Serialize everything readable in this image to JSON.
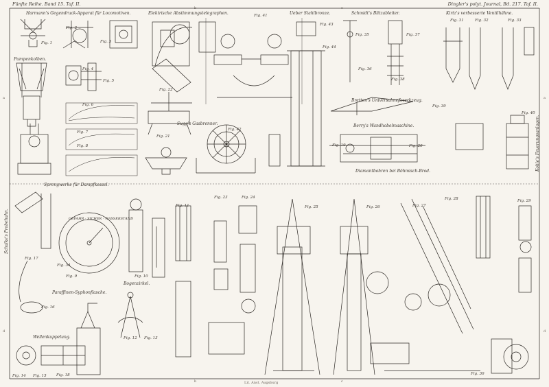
{
  "header": {
    "left": "Fünfte Reihe. Band 15. Taf. II.",
    "right": "Dingler's polyt. Journal, Bd. 217. Taf. II."
  },
  "captions": {
    "harmann": "Harmann's Gegendruck-Apparat für Locomotiven.",
    "electric": "Elektrische Abstimmungstelegraphen.",
    "stahl": "Ueber Stahlbronze.",
    "schmidt": "Schmidt's Blitzableiter.",
    "kirtz": "Kirtz's verbesserte Ventilhähne.",
    "pumpen": "Pumpenkolben.",
    "bretton": "Bretton's Universalmeßwerkzeug.",
    "berry": "Berry's Wandhobelmaschine.",
    "sugg": "Sugg's Gasbrenner.",
    "sprung": "Sprengwerke für Dampfkessel.",
    "diamant": "Diamantbohren bei Böhmisch-Brod.",
    "kohle": "Kohle's Feuerungsanlagen.",
    "schalke": "Schalke's Probehahn.",
    "bogenzirkel": "Bogenzirkel.",
    "paraffin": "Paraffinen-Syphonflasche.",
    "wellen": "Wellenkuppelung.",
    "dial_text": "GEFAHR · SICHER · WASSERSTAND"
  },
  "figures": [
    "Fig. 1",
    "Fig. 2",
    "Fig. 3",
    "Fig. 4",
    "Fig. 5",
    "Fig. 6",
    "Fig. 7",
    "Fig. 8",
    "Fig. 9",
    "Fig. 10",
    "Fig. 11",
    "Fig. 12",
    "Fig. 13",
    "Fig. 14",
    "Fig. 15",
    "Fig. 16",
    "Fig. 17",
    "Fig. 18",
    "Fig. 19",
    "Fig. 20",
    "Fig. 21",
    "Fig. 22",
    "Fig. 23",
    "Fig. 24",
    "Fig. 25",
    "Fig. 26",
    "Fig. 27",
    "Fig. 28",
    "Fig. 29",
    "Fig. 30",
    "Fig. 31",
    "Fig. 32",
    "Fig. 33",
    "Fig. 34",
    "Fig. 35",
    "Fig. 36",
    "Fig. 37",
    "Fig. 38",
    "Fig. 39",
    "Fig. 40",
    "Fig. 41",
    "Fig. 42",
    "Fig. 43",
    "Fig. 44"
  ],
  "margin_letters": [
    "a",
    "b",
    "c",
    "d"
  ],
  "footer": "Lit. Anst. Augsburg",
  "colors": {
    "paper": "#f7f4ee",
    "ink": "#2a2622"
  }
}
